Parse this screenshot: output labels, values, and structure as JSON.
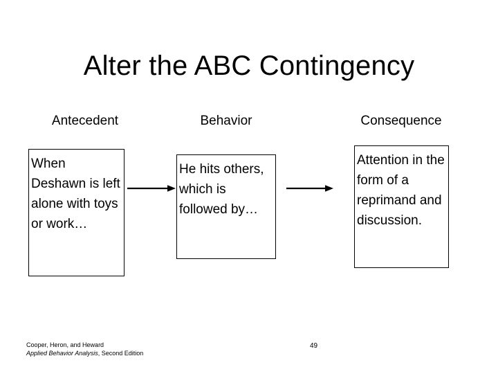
{
  "slide": {
    "title": "Alter the ABC Contingency",
    "page_number": "49",
    "background_color": "#ffffff",
    "text_color": "#000000"
  },
  "columns": {
    "antecedent_header": "Antecedent",
    "behavior_header": "Behavior",
    "consequence_header": "Consequence"
  },
  "boxes": {
    "antecedent_text": "When Deshawn is left alone with toys or work…",
    "behavior_text": "He hits others, which is followed by…",
    "consequence_text": "Attention in the form of a reprimand and discussion."
  },
  "arrows": {
    "a_to_b_name": "arrow-antecedent-to-behavior",
    "b_to_c_name": "arrow-behavior-to-consequence"
  },
  "citation": {
    "authors": "Cooper, Heron, and Heward",
    "book_title": "Applied Behavior Analysis",
    "edition": ", Second Edition"
  }
}
